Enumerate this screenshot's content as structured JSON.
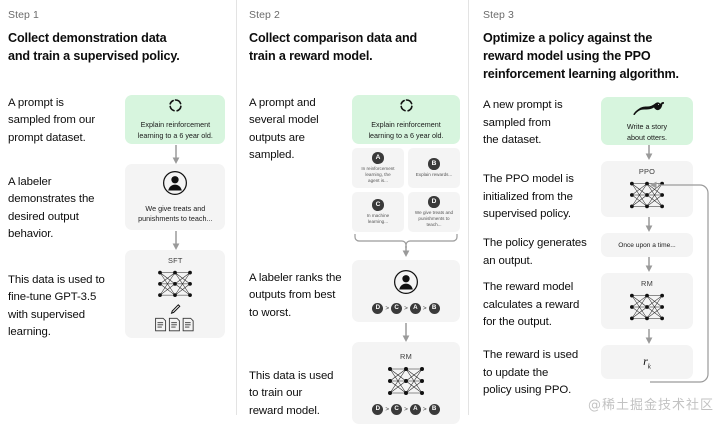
{
  "watermark": "@稀土掘金技术社区",
  "colors": {
    "prompt_green": "#d7f5de",
    "card_grey": "#f4f4f4",
    "text": "#0d0d0d",
    "muted": "#6b6b6b",
    "badge": "#3a3a3a",
    "arrow": "#8a8a8a",
    "divider": "#e3e3e3"
  },
  "columns": [
    {
      "step_label": "Step 1",
      "title": "Collect demonstration data\nand train a supervised policy.",
      "title_lines": [
        "Collect demonstration data",
        "and train a supervised policy."
      ],
      "captions": [
        "A prompt is\nsampled from our\nprompt dataset.",
        "A labeler\ndemonstrates the\ndesired output\nbehavior.",
        "This data is used to\nfine-tune GPT-3.5\nwith supervised\nlearning."
      ],
      "prompt_card": {
        "icon": "dashed-circle-icon",
        "text": "Explain reinforcement\nlearning to a 6 year old."
      },
      "labeler_card": {
        "icon": "person-avatar-icon",
        "pencil": "pencil-icon",
        "text": "We give treats and\npunishments to teach..."
      },
      "model_card": {
        "tag": "SFT",
        "icon": "neural-network-icon",
        "pencil": "pencil-icon",
        "docs": "documents-icon"
      }
    },
    {
      "step_label": "Step 2",
      "title_lines": [
        "Collect comparison data and",
        "train a reward model."
      ],
      "captions": [
        "A prompt and\nseveral model\noutputs are\nsampled.",
        "A labeler ranks the\noutputs from best\nto worst.",
        "This data is used\nto train our\nreward model."
      ],
      "prompt_card": {
        "icon": "dashed-circle-icon",
        "text": "Explain reinforcement\nlearning to a 6 year old."
      },
      "options": [
        {
          "badge": "A",
          "text": "In reinforcement\nlearning, the\nagent is..."
        },
        {
          "badge": "B",
          "text": "Explain rewards..."
        },
        {
          "badge": "C",
          "text": "In machine\nlearning..."
        },
        {
          "badge": "D",
          "text": "We give treats and\npunishments to\nteach..."
        }
      ],
      "labeler_card": {
        "icon": "person-avatar-icon",
        "ranking": [
          "D",
          "C",
          "A",
          "B"
        ],
        "separator": ">"
      },
      "model_card": {
        "tag": "RM",
        "icon": "neural-network-icon",
        "ranking": [
          "D",
          "C",
          "A",
          "B"
        ],
        "separator": ">"
      }
    },
    {
      "step_label": "Step 3",
      "title_lines": [
        "Optimize a policy against the",
        "reward model using the PPO",
        "reinforcement learning algorithm."
      ],
      "captions": [
        "A new prompt is\nsampled from\nthe dataset.",
        "The PPO model is\ninitialized from the\nsupervised policy.",
        "The policy generates\nan output.",
        "The reward model\ncalculates a reward\nfor the output.",
        "The reward is used\nto update the\npolicy using PPO."
      ],
      "prompt_card": {
        "icon": "otter-icon",
        "text": "Write a story\nabout otters."
      },
      "ppo_card": {
        "tag": "PPO",
        "icon": "neural-network-icon"
      },
      "output_card": {
        "text": "Once upon a time..."
      },
      "rm_card": {
        "tag": "RM",
        "icon": "neural-network-icon"
      },
      "reward_card": {
        "symbol": "r",
        "subscript": "k"
      },
      "feedback_loop": "feedback-arrow-icon"
    }
  ]
}
